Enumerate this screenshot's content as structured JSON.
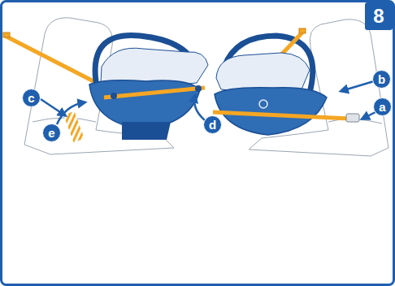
{
  "diagram": {
    "nodes": [
      {
        "text": [
          "8"
        ]
      },
      {
        "text": [
          "c"
        ]
      },
      {
        "text": [
          "b"
        ]
      },
      {
        "text": [
          "a"
        ]
      },
      {
        "text": [
          "d"
        ]
      },
      {
        "text": [
          "e"
        ]
      }
    ]
  }
}
